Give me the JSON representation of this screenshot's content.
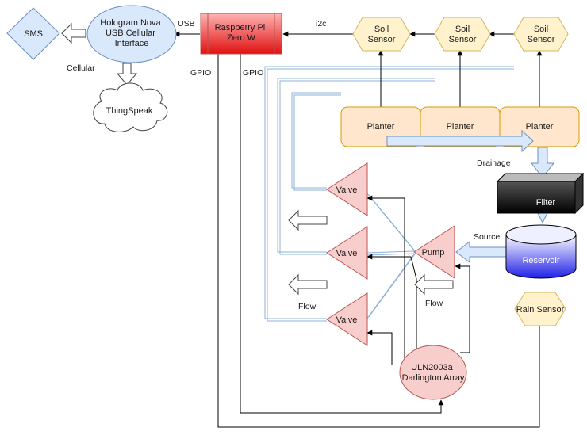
{
  "nodes": {
    "sms": "SMS",
    "hologram": [
      "Hologram Nova",
      "USB Cellular",
      "Interface"
    ],
    "thingspeak": "ThingSpeak",
    "raspberry_pi": [
      "Raspberry Pi",
      "Zero W"
    ],
    "soil_sensor_1": [
      "Soil",
      "Sensor"
    ],
    "soil_sensor_2": [
      "Soil",
      "Sensor"
    ],
    "soil_sensor_3": [
      "Soil",
      "Sensor"
    ],
    "planter_1": "Planter",
    "planter_2": "Planter",
    "planter_3": "Planter",
    "filter": "Filter",
    "reservoir": "Reservoir",
    "rain_sensor": "Rain Sensor",
    "pump": "Pump",
    "valve_1": "Valve",
    "valve_2": "Valve",
    "valve_3": "Valve",
    "uln": [
      "ULN2003a",
      "Darlington Array"
    ]
  },
  "labels": {
    "usb": "USB",
    "cellular": "Cellular",
    "i2c": "i2c",
    "gpio_1": "GPIO",
    "gpio_2": "GPIO",
    "drainage": "Drainage",
    "source": "Source",
    "flow_1": "Flow",
    "flow_2": "Flow"
  },
  "colors": {
    "blue_fill": "#dae8fc",
    "blue_stroke": "#6c8ebf",
    "yellow_fill": "#fff2cc",
    "yellow_stroke": "#d6b656",
    "orange_fill": "#ffe6cc",
    "orange_stroke": "#d79b00",
    "red_fill": "#f8cecc",
    "red_stroke": "#b85450",
    "reservoir_fill": "#2020e8"
  }
}
